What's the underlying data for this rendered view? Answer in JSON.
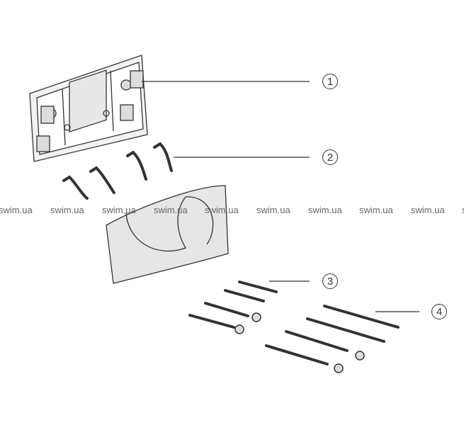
{
  "callouts": [
    "1",
    "2",
    "3",
    "4"
  ],
  "watermark": "swim.ua",
  "colors": {
    "line": "#333333",
    "fill": "#e6e6e6"
  }
}
